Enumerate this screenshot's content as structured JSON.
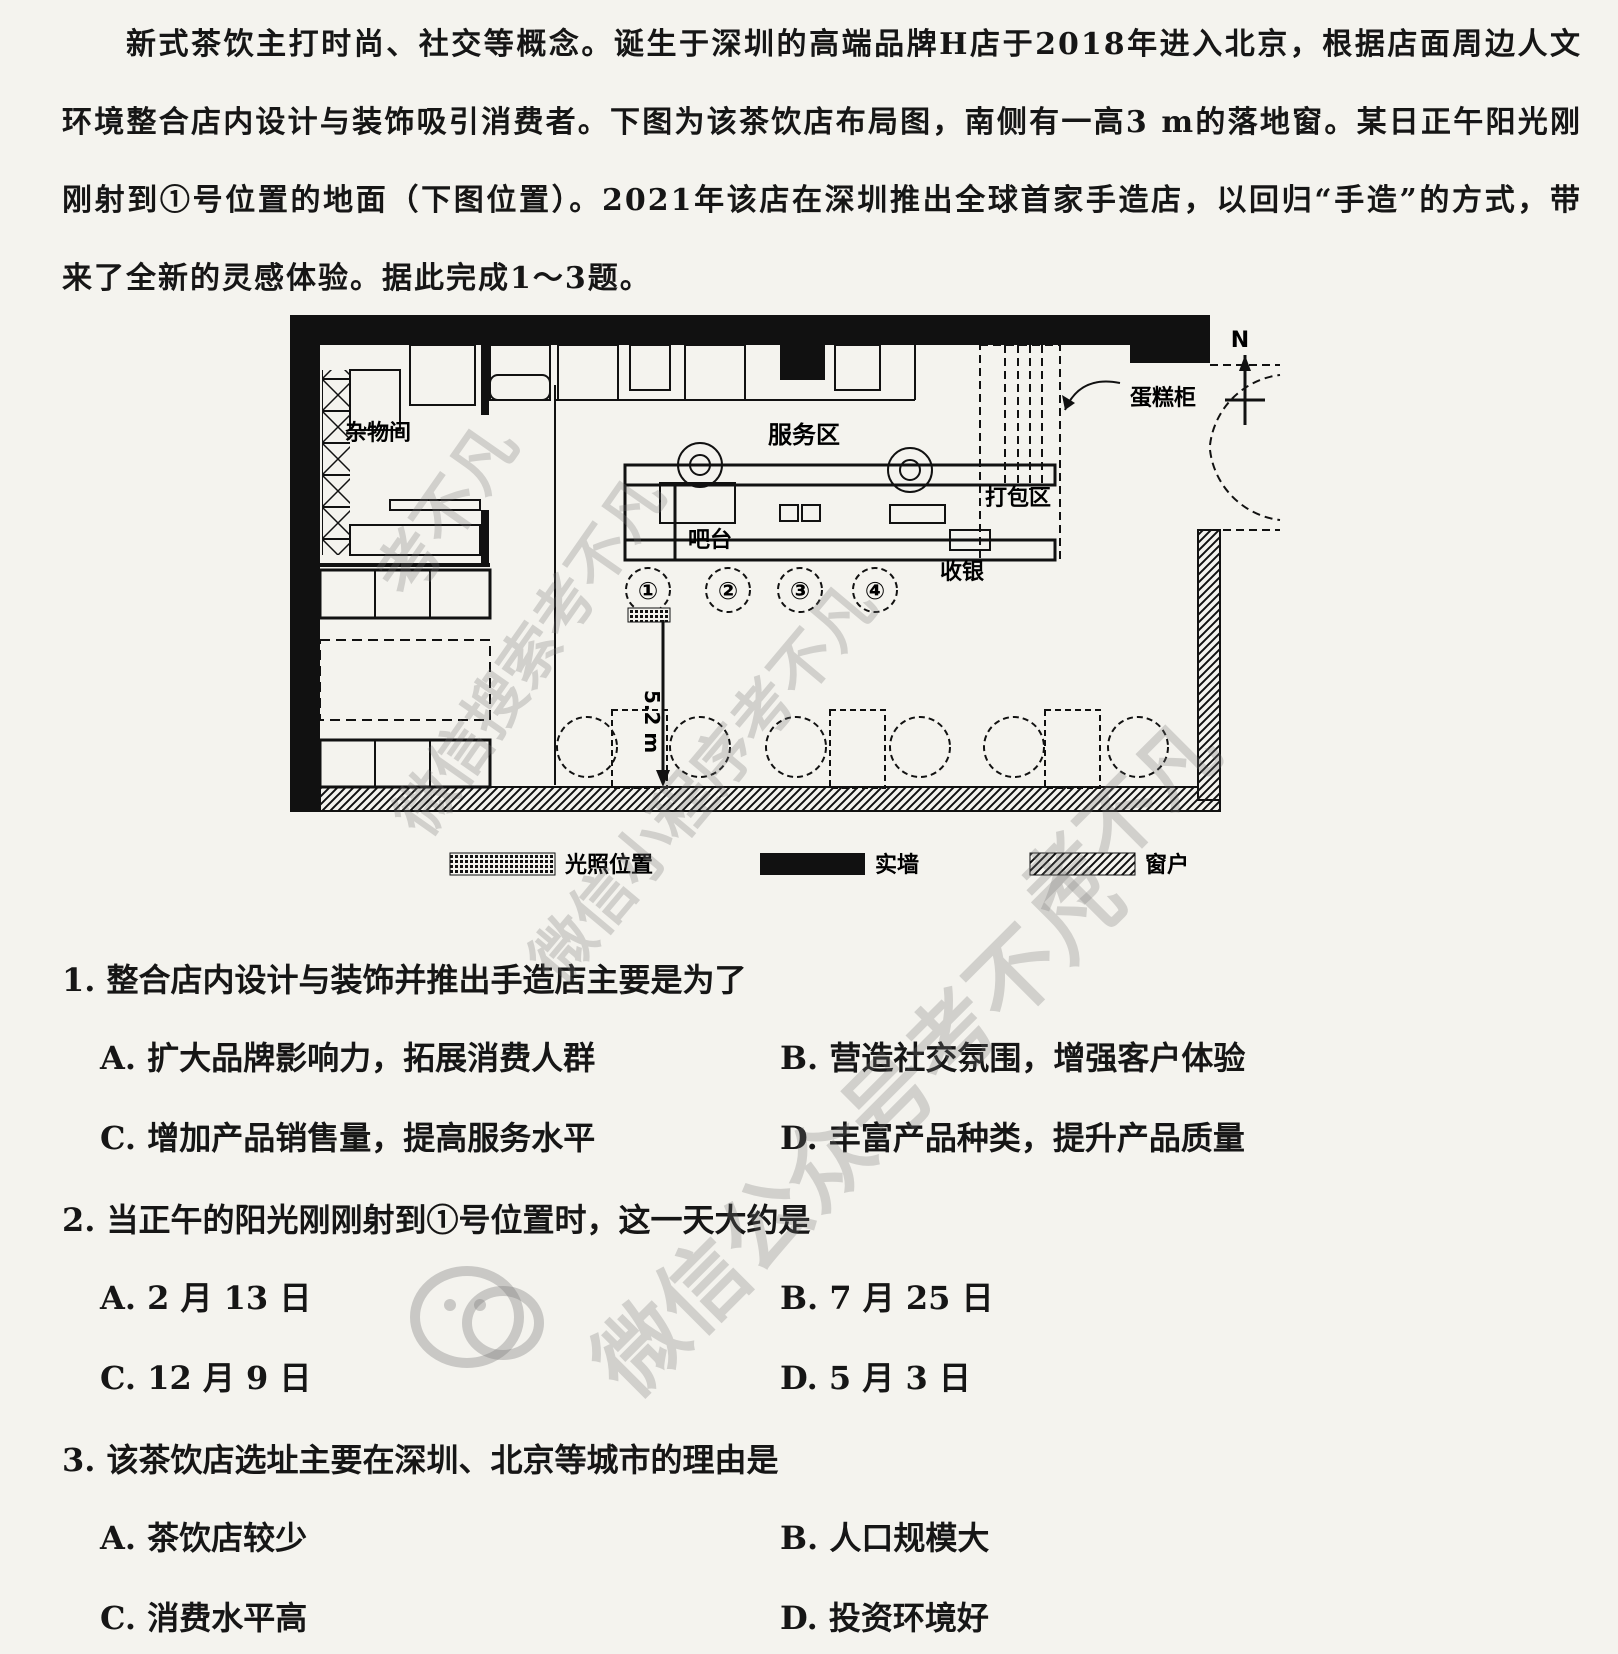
{
  "intro": "新式茶饮主打时尚、社交等概念。诞生于深圳的高端品牌H店于2018年进入北京，根据店面周边人文环境整合店内设计与装饰吸引消费者。下图为该茶饮店布局图，南侧有一高3 m的落地窗。某日正午阳光刚刚射到①号位置的地面（下图位置）。2021年该店在深圳推出全球首家手造店，以回归“手造”的方式，带来了全新的灵感体验。据此完成1～3题。",
  "figure": {
    "compass": "N",
    "labels": {
      "storage": "杂物间",
      "service": "服务区",
      "cake": "蛋糕柜",
      "packing": "打包区",
      "bar": "吧台",
      "cashier": "收银",
      "distance": "5.2 m"
    },
    "seats": [
      "①",
      "②",
      "③",
      "④"
    ],
    "legend": {
      "light": "光照位置",
      "wall": "实墙",
      "window": "窗户"
    }
  },
  "questions": [
    {
      "stem": "1. 整合店内设计与装饰并推出手造店主要是为了",
      "options": [
        "A. 扩大品牌影响力，拓展消费人群",
        "B. 营造社交氛围，增强客户体验",
        "C. 增加产品销售量，提高服务水平",
        "D. 丰富产品种类，提升产品质量"
      ]
    },
    {
      "stem": "2. 当正午的阳光刚刚射到①号位置时，这一天大约是",
      "options": [
        "A. 2 月 13 日",
        "B. 7 月 25 日",
        "C. 12 月 9 日",
        "D. 5 月 3 日"
      ]
    },
    {
      "stem": "3. 该茶饮店选址主要在深圳、北京等城市的理由是",
      "options": [
        "A. 茶饮店较少",
        "B. 人口规模大",
        "C. 消费水平高",
        "D. 投资环境好"
      ]
    }
  ],
  "watermarks": [
    "考不凡",
    "微信搜索考不凡",
    "微信小程序考不凡",
    "考不凡",
    "微信公众号考不凡"
  ]
}
